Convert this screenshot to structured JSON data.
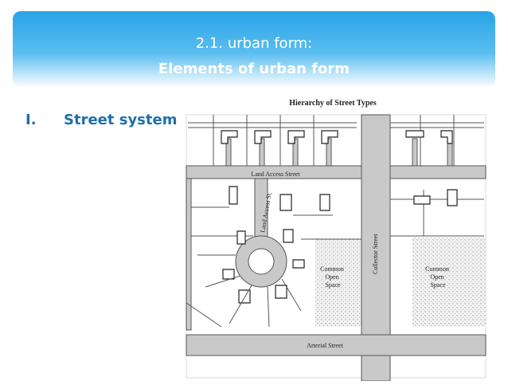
{
  "header": {
    "line1": "2.1. urban form:",
    "line2": "Elements of urban form"
  },
  "bullet": {
    "marker": "I.",
    "text": "Street system"
  },
  "figure": {
    "title": "Hierarchy of Street Types",
    "labels": {
      "land_access_street": "Land Access Street",
      "land_access_st": "Land Access St.",
      "collector_street": "Collector Street",
      "arterial_street": "Arterial Street",
      "common_open_space_left": "Common\nOpen\nSpace",
      "common_open_space_right": "Common\nOpen\nSpace"
    }
  },
  "colors": {
    "header_blue": "#29a3e6",
    "bullet_blue": "#1f6fa8",
    "road_gray": "#c9c9c9"
  }
}
